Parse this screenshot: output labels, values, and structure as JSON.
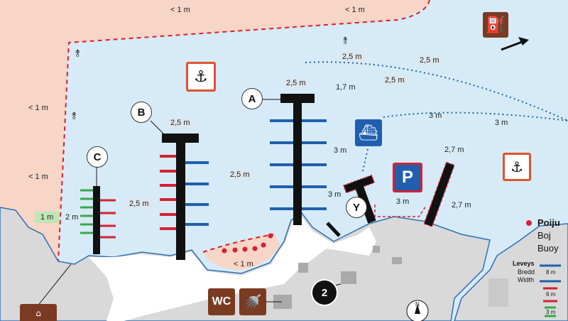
{
  "map": {
    "depth_labels": [
      {
        "text": "< 1 m"
      },
      {
        "text": "< 1 m"
      },
      {
        "text": "< 1 m"
      },
      {
        "text": "< 1 m"
      },
      {
        "text": "2,5 m"
      },
      {
        "text": "2,5 m"
      },
      {
        "text": "1,7 m"
      },
      {
        "text": "2,5 m"
      },
      {
        "text": "2,5 m"
      },
      {
        "text": "2,5 m"
      },
      {
        "text": "3 m"
      },
      {
        "text": "3 m"
      },
      {
        "text": "2,5 m"
      },
      {
        "text": "2,5 m"
      },
      {
        "text": "2 m"
      },
      {
        "text": "3 m"
      },
      {
        "text": "3 m"
      },
      {
        "text": "2,7 m"
      },
      {
        "text": "2,7 m"
      },
      {
        "text": "< 1 m"
      }
    ],
    "shallow_badge": "1 m",
    "piers": {
      "A": "A",
      "B": "B",
      "C": "C",
      "Y": "Y"
    },
    "service_number": "2",
    "wc_label": "WC",
    "parking_label": "P",
    "compass_letter": "N",
    "colors": {
      "water": "#d6ebf7",
      "shallow": "#f7d5c7",
      "land": "#d9d9d9",
      "shore": "#2f6fb5",
      "pier": "#111111",
      "berth_blue": "#1f5fae",
      "berth_red": "#d62033",
      "berth_green": "#39a845",
      "service_brown": "#7a3b22",
      "boundary": "#d62033"
    },
    "icons": [
      "anchor-prohibited-icon",
      "fuel-icon",
      "ferry-icon",
      "parking-icon",
      "wc-icon",
      "shower-icon",
      "buoy-icon",
      "compass-icon",
      "house-icon",
      "direction-arrow-icon"
    ]
  },
  "legend": {
    "buoy_title": "Poiju",
    "buoy_sv": "Boj",
    "buoy_en": "Buoy",
    "width_title": "Leveys",
    "width_sv": "Bredd",
    "width_en": "Width",
    "widths": [
      "8 m",
      "6 m",
      "3 m"
    ]
  }
}
